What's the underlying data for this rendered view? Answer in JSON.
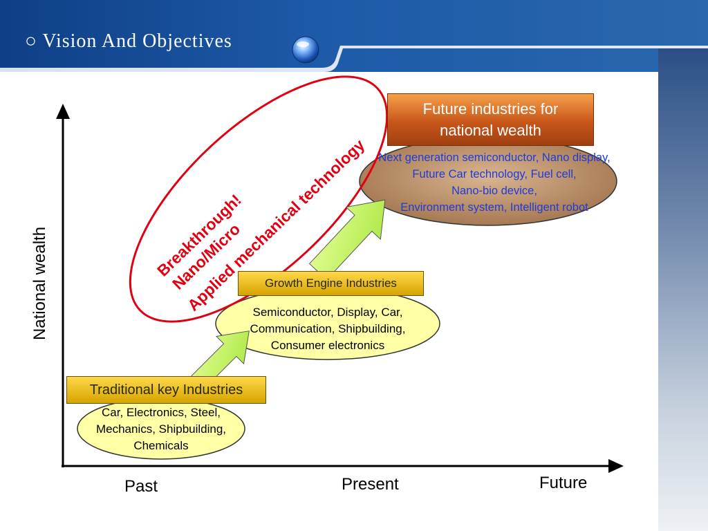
{
  "slide": {
    "title": "○ Vision  And  Objectives",
    "colors": {
      "header": "#1d5aa8",
      "gold_band": "#e2b200",
      "future_band": "#d2661f",
      "ellipse_yellow": "#ffffa6",
      "ellipse_brown": "#b0825e",
      "breakthrough_red": "#e00012",
      "future_text_blue": "#1f3bd6",
      "arrow_green": "#ccff66"
    },
    "decorations": {
      "header_bubble_icon": "blue-sphere-icon"
    }
  },
  "axes": {
    "y_label": "National wealth",
    "x_labels": {
      "past": "Past",
      "present": "Present",
      "future": "Future"
    }
  },
  "stages": {
    "traditional": {
      "title": "Traditional key Industries",
      "lines": [
        "Car, Electronics, Steel,",
        "Mechanics, Shipbuilding,",
        "Chemicals"
      ]
    },
    "growth": {
      "title": "Growth Engine Industries",
      "lines": [
        "Semiconductor, Display, Car,",
        "Communication, Shipbuilding,",
        "Consumer electronics"
      ]
    },
    "future": {
      "title_lines": [
        "Future industries for",
        "national wealth"
      ],
      "lines": [
        "Next generation semiconductor, Nano display,",
        "Future Car technology, Fuel cell,",
        "Nano-bio device,",
        "Environment system, Intelligent robot"
      ]
    }
  },
  "breakthrough": {
    "lines": [
      "Breakthrough!",
      "Nano/Micro",
      "Applied mechanical technology"
    ]
  }
}
